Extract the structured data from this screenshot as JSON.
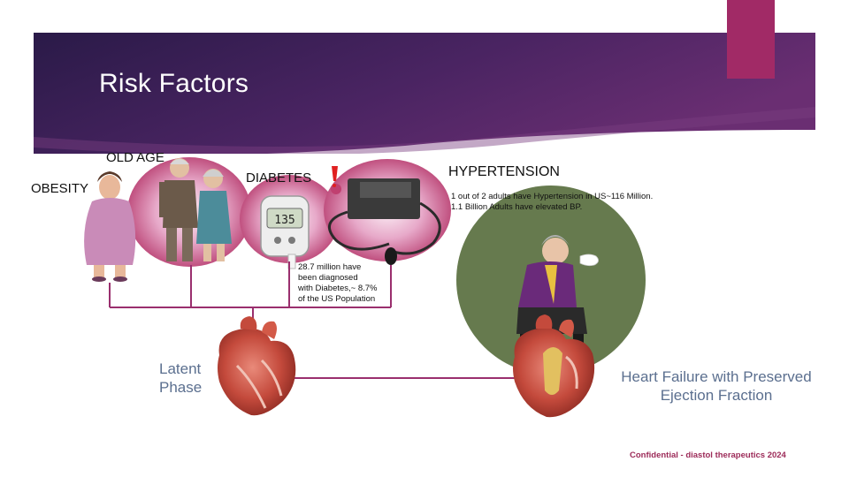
{
  "slide": {
    "title": "Risk Factors",
    "footer": "Confidential - diastol therapeutics 2024"
  },
  "risk_factors": {
    "obesity": "OBESITY",
    "old_age": "OLD AGE",
    "diabetes": "DIABETES",
    "hypertension": "HYPERTENSION"
  },
  "notes": {
    "diabetes": [
      "28.7 million have",
      "been diagnosed",
      "with Diabetes,~ 8.7%",
      "of the US Population"
    ],
    "hypertension": [
      "1 out of 2 adults have Hypertension in US~116 Million.",
      "1.1 Billion Adults have elevated BP."
    ]
  },
  "glucometer_reading": "135",
  "phases": {
    "latent": [
      "Latent",
      "Phase"
    ],
    "hfpef": [
      "Heart Failure with Preserved",
      "Ejection Fraction"
    ]
  },
  "colors": {
    "banner_dark": "#2b1a4a",
    "banner_mid": "#5a2a6a",
    "accent": "#a12a66",
    "connector": "#9a2f6e",
    "circle_green": "#667a4e"
  }
}
